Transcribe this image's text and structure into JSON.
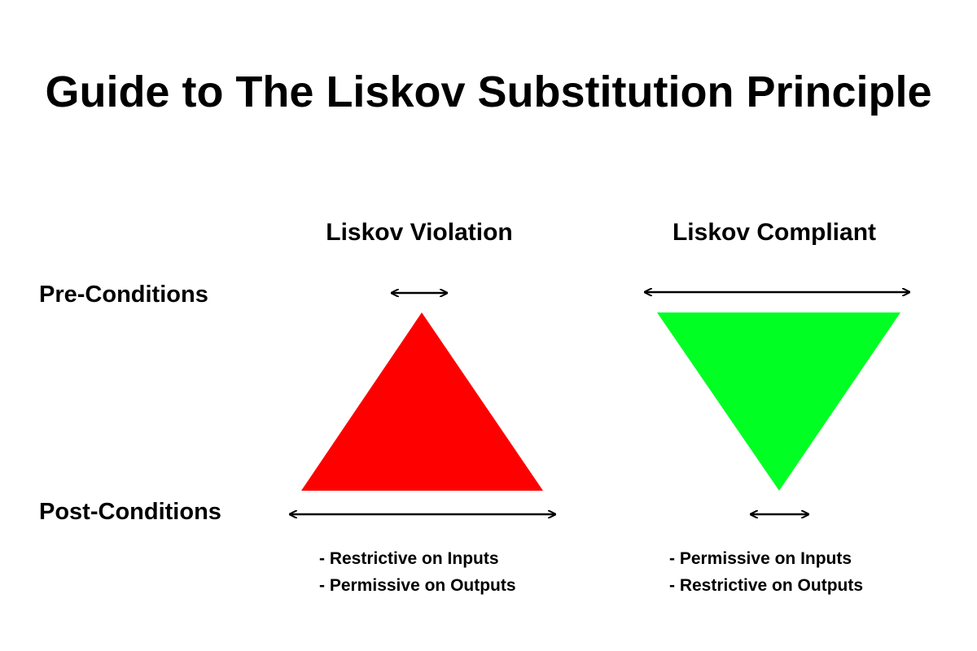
{
  "title": "Guide to The Liskov Substitution Principle",
  "row_labels": {
    "pre": "Pre-Conditions",
    "post": "Post-Conditions"
  },
  "columns": [
    {
      "heading": "Liskov Violation",
      "shape": "triangle-up",
      "color": "#ff0000",
      "bullets": [
        "- Restrictive on Inputs",
        "- Permissive on Outputs"
      ]
    },
    {
      "heading": "Liskov Compliant",
      "shape": "triangle-down",
      "color": "#00ff22",
      "bullets": [
        "- Permissive on Inputs",
        "- Restrictive on Outputs"
      ]
    }
  ],
  "arrow_color": "#000000"
}
